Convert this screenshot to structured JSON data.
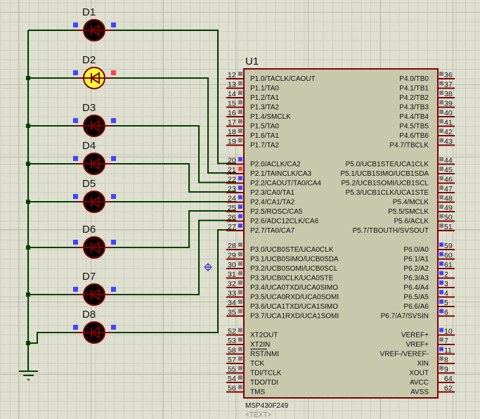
{
  "app": "Proteus ISIS schematic",
  "colors": {
    "wire": "#004000",
    "component": "#800000",
    "chip_fill": "#c8c8ac",
    "led_off": "#000000",
    "led_on": "#ffff33",
    "pin_low": "#4444ff",
    "pin_high": "#ff4444",
    "pin_float": "#808080"
  },
  "leds": [
    {
      "ref": "D1",
      "state": "off",
      "anode_state": "low",
      "cathode_state": "low"
    },
    {
      "ref": "D2",
      "state": "on",
      "anode_state": "low",
      "cathode_state": "high"
    },
    {
      "ref": "D3",
      "state": "off",
      "anode_state": "low",
      "cathode_state": "low"
    },
    {
      "ref": "D4",
      "state": "off",
      "anode_state": "low",
      "cathode_state": "low"
    },
    {
      "ref": "D5",
      "state": "off",
      "anode_state": "low",
      "cathode_state": "low"
    },
    {
      "ref": "D6",
      "state": "off",
      "anode_state": "low",
      "cathode_state": "low"
    },
    {
      "ref": "D7",
      "state": "off",
      "anode_state": "low",
      "cathode_state": "low"
    },
    {
      "ref": "D8",
      "state": "off",
      "anode_state": "low",
      "cathode_state": "low"
    }
  ],
  "chip": {
    "ref": "U1",
    "part": "MSP430F249",
    "text_placeholder": "<TEXT>",
    "left_pins": [
      {
        "num": "12",
        "name": "P1.0/TACLK/CAOUT",
        "state": "float"
      },
      {
        "num": "13",
        "name": "P1.1/TA0",
        "state": "float"
      },
      {
        "num": "14",
        "name": "P1.2/TA1",
        "state": "float"
      },
      {
        "num": "15",
        "name": "P1.3/TA2",
        "state": "float"
      },
      {
        "num": "16",
        "name": "P1.4/SMCLK",
        "state": "float"
      },
      {
        "num": "17",
        "name": "P1.5/TA0",
        "state": "float"
      },
      {
        "num": "18",
        "name": "P1.6/TA1",
        "state": "float"
      },
      {
        "num": "19",
        "name": "P1.7/TA2",
        "state": "float"
      },
      {
        "num": "20",
        "name": "P2.0/ACLK/CA2",
        "state": "low"
      },
      {
        "num": "21",
        "name": "P2.1/TAINCLK/CA3",
        "state": "high"
      },
      {
        "num": "22",
        "name": "P2.2/CAOUT/TA0/CA4",
        "state": "low"
      },
      {
        "num": "23",
        "name": "P2.3/CA0/TA1",
        "state": "low"
      },
      {
        "num": "24",
        "name": "P2.4/CA1/TA2",
        "state": "low"
      },
      {
        "num": "25",
        "name": "P2.5/ROSC/CA5",
        "state": "low"
      },
      {
        "num": "26",
        "name": "P2.6/ADC12CLK/CA6",
        "state": "low"
      },
      {
        "num": "27",
        "name": "P2.7/TA0/CA7",
        "state": "low"
      },
      {
        "num": "28",
        "name": "P3.0/UCB0STE/UCA0CLK",
        "state": "float"
      },
      {
        "num": "29",
        "name": "P3.1/UCB0SIMO/UCB0SDA",
        "state": "float"
      },
      {
        "num": "30",
        "name": "P3.2/UCB0SOMI/UCB0SCL",
        "state": "float"
      },
      {
        "num": "31",
        "name": "P3.3/UCB0CLK/UCA0STE",
        "state": "float"
      },
      {
        "num": "32",
        "name": "P3.4/UCA0TXD/UCA0SIMO",
        "state": "float"
      },
      {
        "num": "33",
        "name": "P3.5/UCA0RXD/UCA0SOMI",
        "state": "float"
      },
      {
        "num": "34",
        "name": "P3.6/UCA1TXD/UCA1SIMO",
        "state": "float"
      },
      {
        "num": "35",
        "name": "P3.7/UCA1RXD/UCA1SOMI",
        "state": "float"
      },
      {
        "num": "52",
        "name": "XT2OUT",
        "state": "float"
      },
      {
        "num": "53",
        "name": "XT2IN",
        "state": "float"
      },
      {
        "num": "58",
        "name": "RST/NMI",
        "state": "float",
        "overline": true
      },
      {
        "num": "57",
        "name": "TCK",
        "state": "float"
      },
      {
        "num": "55",
        "name": "TDI/TCLK",
        "state": "float"
      },
      {
        "num": "54",
        "name": "TDO/TDI",
        "state": "float"
      },
      {
        "num": "56",
        "name": "TMS",
        "state": "float"
      }
    ],
    "right_pins": [
      {
        "num": "36",
        "name": "P4.0/TB0",
        "state": "float"
      },
      {
        "num": "37",
        "name": "P4.1/TB1",
        "state": "float"
      },
      {
        "num": "38",
        "name": "P4.2/TB2",
        "state": "float"
      },
      {
        "num": "39",
        "name": "P4.3/TB3",
        "state": "float"
      },
      {
        "num": "40",
        "name": "P4.4/TB4",
        "state": "float"
      },
      {
        "num": "41",
        "name": "P4.5/TB5",
        "state": "float"
      },
      {
        "num": "42",
        "name": "P4.6/TB6",
        "state": "float"
      },
      {
        "num": "43",
        "name": "P4.7/TBCLK",
        "state": "float"
      },
      {
        "num": "44",
        "name": "P5.0/UCB1STE/UCA1CLK",
        "state": "float"
      },
      {
        "num": "45",
        "name": "P5.1/UCB1SIMO/UCB1SDA",
        "state": "float"
      },
      {
        "num": "46",
        "name": "P5.2/UCB1SOMI/UCB1SCL",
        "state": "float"
      },
      {
        "num": "47",
        "name": "P5.3/UCB1CLK/UCA1STE",
        "state": "float"
      },
      {
        "num": "48",
        "name": "P5.4/MCLK",
        "state": "float"
      },
      {
        "num": "49",
        "name": "P5.5/SMCLK",
        "state": "float"
      },
      {
        "num": "50",
        "name": "P5.6/ACLK",
        "state": "float"
      },
      {
        "num": "51",
        "name": "P5.7/TBOUTH/SVSOUT",
        "state": "float"
      },
      {
        "num": "59",
        "name": "P6.0/A0",
        "state": "low"
      },
      {
        "num": "60",
        "name": "P6.1/A1",
        "state": "low"
      },
      {
        "num": "61",
        "name": "P6.2/A2",
        "state": "low"
      },
      {
        "num": "2",
        "name": "P6.3/A3",
        "state": "low"
      },
      {
        "num": "3",
        "name": "P6.4/A4",
        "state": "low"
      },
      {
        "num": "4",
        "name": "P6.5/A5",
        "state": "low"
      },
      {
        "num": "5",
        "name": "P6.6/A6",
        "state": "low"
      },
      {
        "num": "6",
        "name": "P6.7/A7/SVSIN",
        "state": "low"
      },
      {
        "num": "10",
        "name": "VEREF+",
        "state": "low"
      },
      {
        "num": "7",
        "name": "VREF+",
        "state": "float"
      },
      {
        "num": "11",
        "name": "VREF-/VEREF-",
        "state": "low"
      },
      {
        "num": "8",
        "name": "XIN",
        "state": "float"
      },
      {
        "num": "9",
        "name": "XOUT",
        "state": "float"
      },
      {
        "num": "64",
        "name": "AVCC",
        "state": "none"
      },
      {
        "num": "62",
        "name": "AVSS",
        "state": "none"
      }
    ]
  }
}
